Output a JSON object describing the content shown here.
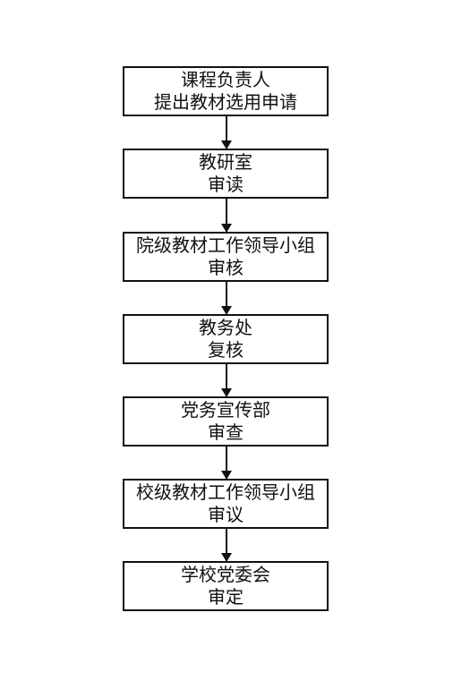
{
  "flowchart": {
    "steps": [
      {
        "line1": "课程负责人",
        "line2": "提出教材选用申请"
      },
      {
        "line1": "教研室",
        "line2": "审读"
      },
      {
        "line1": "院级教材工作领导小组",
        "line2": "审核"
      },
      {
        "line1": "教务处",
        "line2": "复核"
      },
      {
        "line1": "党务宣传部",
        "line2": "审查"
      },
      {
        "line1": "校级教材工作领导小组",
        "line2": "审议"
      },
      {
        "line1": "学校党委会",
        "line2": "审定"
      }
    ]
  }
}
